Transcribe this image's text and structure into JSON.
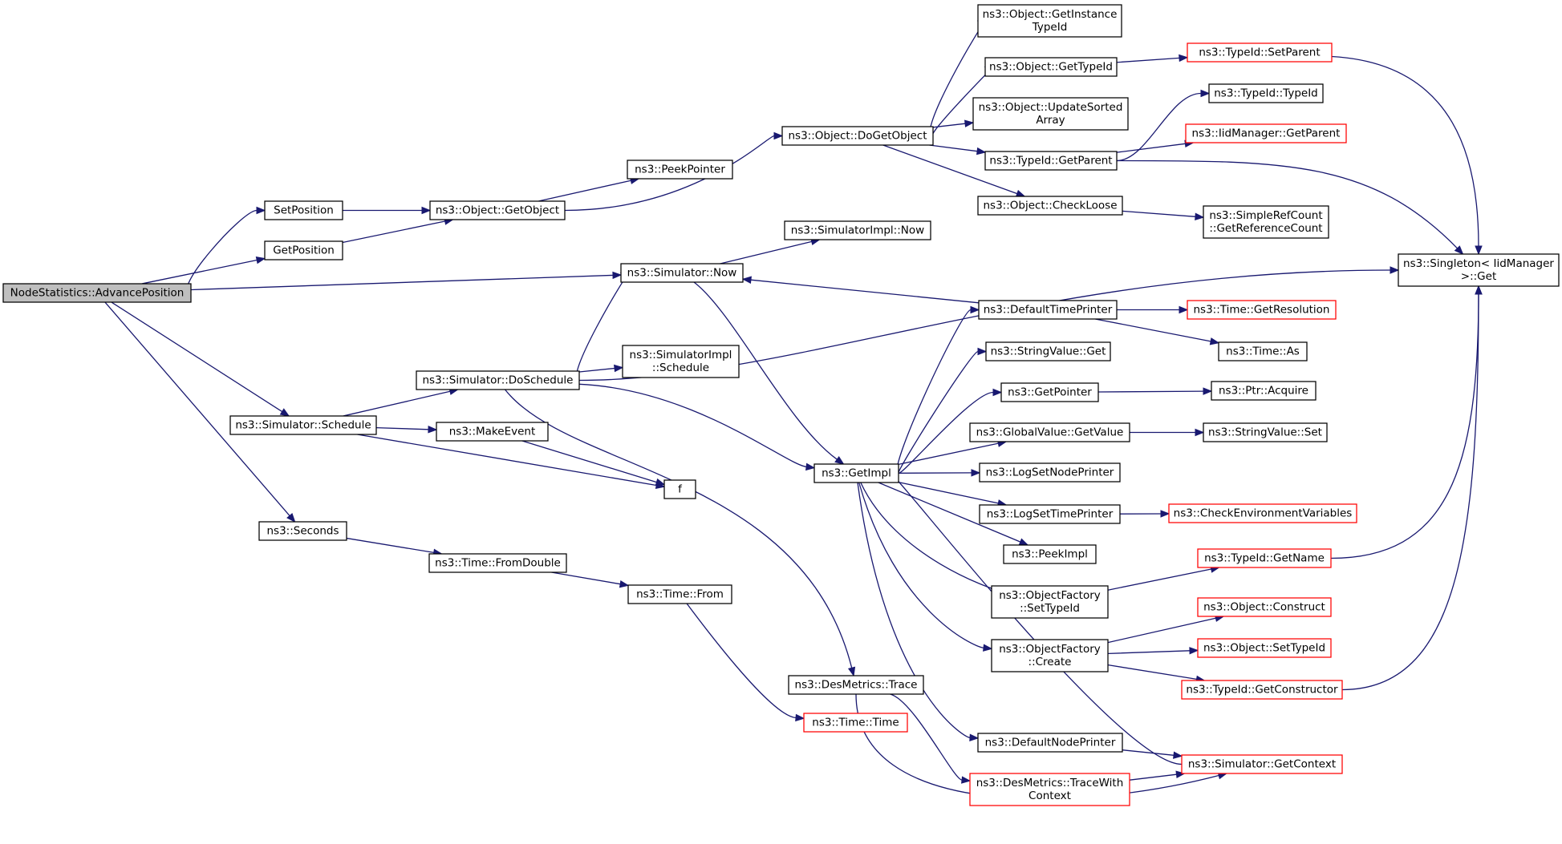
{
  "graph": {
    "colors": {
      "edge": "#191970",
      "node_border": "#000000",
      "incomplete_node_border": "#ff0000",
      "root_fill": "#bfbfbf",
      "node_fill": "#ffffff"
    },
    "nodes": [
      {
        "id": "advance_position",
        "lines": [
          "NodeStatistics::AdvancePosition"
        ],
        "kind": "root"
      },
      {
        "id": "set_position",
        "lines": [
          "SetPosition"
        ],
        "kind": "normal"
      },
      {
        "id": "get_position",
        "lines": [
          "GetPosition"
        ],
        "kind": "normal"
      },
      {
        "id": "object_get_object",
        "lines": [
          "ns3::Object::GetObject"
        ],
        "kind": "normal"
      },
      {
        "id": "peek_pointer",
        "lines": [
          "ns3::PeekPointer"
        ],
        "kind": "normal"
      },
      {
        "id": "object_do_get_object",
        "lines": [
          "ns3::Object::DoGetObject"
        ],
        "kind": "normal"
      },
      {
        "id": "object_get_instance_type_id",
        "lines": [
          "ns3::Object::GetInstance",
          "TypeId"
        ],
        "kind": "normal"
      },
      {
        "id": "object_get_type_id",
        "lines": [
          "ns3::Object::GetTypeId"
        ],
        "kind": "normal"
      },
      {
        "id": "object_update_sorted_array",
        "lines": [
          "ns3::Object::UpdateSorted",
          "Array"
        ],
        "kind": "normal"
      },
      {
        "id": "type_id_get_parent",
        "lines": [
          "ns3::TypeId::GetParent"
        ],
        "kind": "normal"
      },
      {
        "id": "object_check_loose",
        "lines": [
          "ns3::Object::CheckLoose"
        ],
        "kind": "normal"
      },
      {
        "id": "type_id_set_parent",
        "lines": [
          "ns3::TypeId::SetParent"
        ],
        "kind": "red"
      },
      {
        "id": "type_id_type_id",
        "lines": [
          "ns3::TypeId::TypeId"
        ],
        "kind": "normal"
      },
      {
        "id": "iid_manager_get_parent",
        "lines": [
          "ns3::IidManager::GetParent"
        ],
        "kind": "red"
      },
      {
        "id": "simple_ref_count_get_reference_count",
        "lines": [
          "ns3::SimpleRefCount",
          "::GetReferenceCount"
        ],
        "kind": "normal"
      },
      {
        "id": "singleton_get",
        "lines": [
          "ns3::Singleton< IidManager",
          " >::Get"
        ],
        "kind": "normal"
      },
      {
        "id": "simulator_now",
        "lines": [
          "ns3::Simulator::Now"
        ],
        "kind": "normal"
      },
      {
        "id": "simulator_impl_now",
        "lines": [
          "ns3::SimulatorImpl::Now"
        ],
        "kind": "normal"
      },
      {
        "id": "simulator_do_schedule",
        "lines": [
          "ns3::Simulator::DoSchedule"
        ],
        "kind": "normal"
      },
      {
        "id": "simulator_impl_schedule",
        "lines": [
          "ns3::SimulatorImpl",
          "::Schedule"
        ],
        "kind": "normal"
      },
      {
        "id": "simulator_schedule",
        "lines": [
          "ns3::Simulator::Schedule"
        ],
        "kind": "normal"
      },
      {
        "id": "make_event",
        "lines": [
          "ns3::MakeEvent"
        ],
        "kind": "normal"
      },
      {
        "id": "f",
        "lines": [
          "f"
        ],
        "kind": "normal"
      },
      {
        "id": "get_impl",
        "lines": [
          "ns3::GetImpl"
        ],
        "kind": "normal"
      },
      {
        "id": "seconds",
        "lines": [
          "ns3::Seconds"
        ],
        "kind": "normal"
      },
      {
        "id": "time_from_double",
        "lines": [
          "ns3::Time::FromDouble"
        ],
        "kind": "normal"
      },
      {
        "id": "time_from",
        "lines": [
          "ns3::Time::From"
        ],
        "kind": "normal"
      },
      {
        "id": "des_metrics_trace",
        "lines": [
          "ns3::DesMetrics::Trace"
        ],
        "kind": "normal"
      },
      {
        "id": "time_time",
        "lines": [
          "ns3::Time::Time"
        ],
        "kind": "red"
      },
      {
        "id": "default_time_printer",
        "lines": [
          "ns3::DefaultTimePrinter"
        ],
        "kind": "normal"
      },
      {
        "id": "string_value_get",
        "lines": [
          "ns3::StringValue::Get"
        ],
        "kind": "normal"
      },
      {
        "id": "get_pointer",
        "lines": [
          "ns3::GetPointer"
        ],
        "kind": "normal"
      },
      {
        "id": "global_value_get_value",
        "lines": [
          "ns3::GlobalValue::GetValue"
        ],
        "kind": "normal"
      },
      {
        "id": "log_set_node_printer",
        "lines": [
          "ns3::LogSetNodePrinter"
        ],
        "kind": "normal"
      },
      {
        "id": "log_set_time_printer",
        "lines": [
          "ns3::LogSetTimePrinter"
        ],
        "kind": "normal"
      },
      {
        "id": "peek_impl",
        "lines": [
          "ns3::PeekImpl"
        ],
        "kind": "normal"
      },
      {
        "id": "object_factory_set_type_id",
        "lines": [
          "ns3::ObjectFactory",
          "::SetTypeId"
        ],
        "kind": "normal"
      },
      {
        "id": "object_factory_create",
        "lines": [
          "ns3::ObjectFactory",
          "::Create"
        ],
        "kind": "normal"
      },
      {
        "id": "default_node_printer",
        "lines": [
          "ns3::DefaultNodePrinter"
        ],
        "kind": "normal"
      },
      {
        "id": "des_metrics_trace_with_context",
        "lines": [
          "ns3::DesMetrics::TraceWith",
          "Context"
        ],
        "kind": "red"
      },
      {
        "id": "time_get_resolution",
        "lines": [
          "ns3::Time::GetResolution"
        ],
        "kind": "red"
      },
      {
        "id": "time_as",
        "lines": [
          "ns3::Time::As"
        ],
        "kind": "normal"
      },
      {
        "id": "ptr_acquire",
        "lines": [
          "ns3::Ptr::Acquire"
        ],
        "kind": "normal"
      },
      {
        "id": "string_value_set",
        "lines": [
          "ns3::StringValue::Set"
        ],
        "kind": "normal"
      },
      {
        "id": "check_environment_variables",
        "lines": [
          "ns3::CheckEnvironmentVariables"
        ],
        "kind": "red"
      },
      {
        "id": "type_id_get_name",
        "lines": [
          "ns3::TypeId::GetName"
        ],
        "kind": "red"
      },
      {
        "id": "object_construct",
        "lines": [
          "ns3::Object::Construct"
        ],
        "kind": "red"
      },
      {
        "id": "object_set_type_id",
        "lines": [
          "ns3::Object::SetTypeId"
        ],
        "kind": "red"
      },
      {
        "id": "type_id_get_constructor",
        "lines": [
          "ns3::TypeId::GetConstructor"
        ],
        "kind": "red"
      },
      {
        "id": "simulator_get_context",
        "lines": [
          "ns3::Simulator::GetContext"
        ],
        "kind": "red"
      }
    ],
    "edges": [
      [
        "advance_position",
        "set_position"
      ],
      [
        "advance_position",
        "get_position"
      ],
      [
        "advance_position",
        "simulator_now"
      ],
      [
        "advance_position",
        "simulator_schedule"
      ],
      [
        "advance_position",
        "seconds"
      ],
      [
        "set_position",
        "object_get_object"
      ],
      [
        "get_position",
        "object_get_object"
      ],
      [
        "object_get_object",
        "peek_pointer"
      ],
      [
        "object_get_object",
        "object_do_get_object"
      ],
      [
        "object_do_get_object",
        "object_get_instance_type_id"
      ],
      [
        "object_do_get_object",
        "object_get_type_id"
      ],
      [
        "object_do_get_object",
        "object_update_sorted_array"
      ],
      [
        "object_do_get_object",
        "type_id_get_parent"
      ],
      [
        "object_do_get_object",
        "object_check_loose"
      ],
      [
        "object_get_type_id",
        "type_id_set_parent"
      ],
      [
        "type_id_get_parent",
        "type_id_type_id"
      ],
      [
        "type_id_get_parent",
        "iid_manager_get_parent"
      ],
      [
        "type_id_get_parent",
        "singleton_get"
      ],
      [
        "type_id_set_parent",
        "singleton_get"
      ],
      [
        "object_check_loose",
        "simple_ref_count_get_reference_count"
      ],
      [
        "simulator_now",
        "simulator_impl_now"
      ],
      [
        "simulator_now",
        "get_impl"
      ],
      [
        "simulator_do_schedule",
        "simulator_now"
      ],
      [
        "simulator_do_schedule",
        "singleton_get"
      ],
      [
        "simulator_do_schedule",
        "simulator_impl_schedule"
      ],
      [
        "simulator_do_schedule",
        "get_impl"
      ],
      [
        "simulator_do_schedule",
        "des_metrics_trace"
      ],
      [
        "simulator_schedule",
        "simulator_do_schedule"
      ],
      [
        "simulator_schedule",
        "make_event"
      ],
      [
        "simulator_schedule",
        "f"
      ],
      [
        "make_event",
        "f"
      ],
      [
        "seconds",
        "time_from_double"
      ],
      [
        "time_from_double",
        "time_from"
      ],
      [
        "time_from",
        "time_time"
      ],
      [
        "get_impl",
        "default_time_printer"
      ],
      [
        "get_impl",
        "string_value_get"
      ],
      [
        "get_impl",
        "get_pointer"
      ],
      [
        "get_impl",
        "global_value_get_value"
      ],
      [
        "get_impl",
        "log_set_node_printer"
      ],
      [
        "get_impl",
        "log_set_time_printer"
      ],
      [
        "get_impl",
        "peek_impl"
      ],
      [
        "get_impl",
        "object_factory_set_type_id"
      ],
      [
        "get_impl",
        "object_factory_create"
      ],
      [
        "get_impl",
        "default_node_printer"
      ],
      [
        "default_time_printer",
        "simulator_now"
      ],
      [
        "default_time_printer",
        "time_get_resolution"
      ],
      [
        "default_time_printer",
        "time_as"
      ],
      [
        "get_pointer",
        "ptr_acquire"
      ],
      [
        "global_value_get_value",
        "string_value_set"
      ],
      [
        "log_set_time_printer",
        "check_environment_variables"
      ],
      [
        "object_factory_set_type_id",
        "type_id_get_name"
      ],
      [
        "object_factory_create",
        "object_construct"
      ],
      [
        "object_factory_create",
        "object_set_type_id"
      ],
      [
        "object_factory_create",
        "type_id_get_constructor"
      ],
      [
        "type_id_get_name",
        "singleton_get"
      ],
      [
        "type_id_get_constructor",
        "singleton_get"
      ],
      [
        "des_metrics_trace",
        "des_metrics_trace_with_context"
      ],
      [
        "des_metrics_trace",
        "simulator_get_context"
      ],
      [
        "default_node_printer",
        "simulator_get_context"
      ],
      [
        "des_metrics_trace_with_context",
        "simulator_get_context"
      ],
      [
        "simulator_get_context",
        "get_impl"
      ]
    ]
  }
}
